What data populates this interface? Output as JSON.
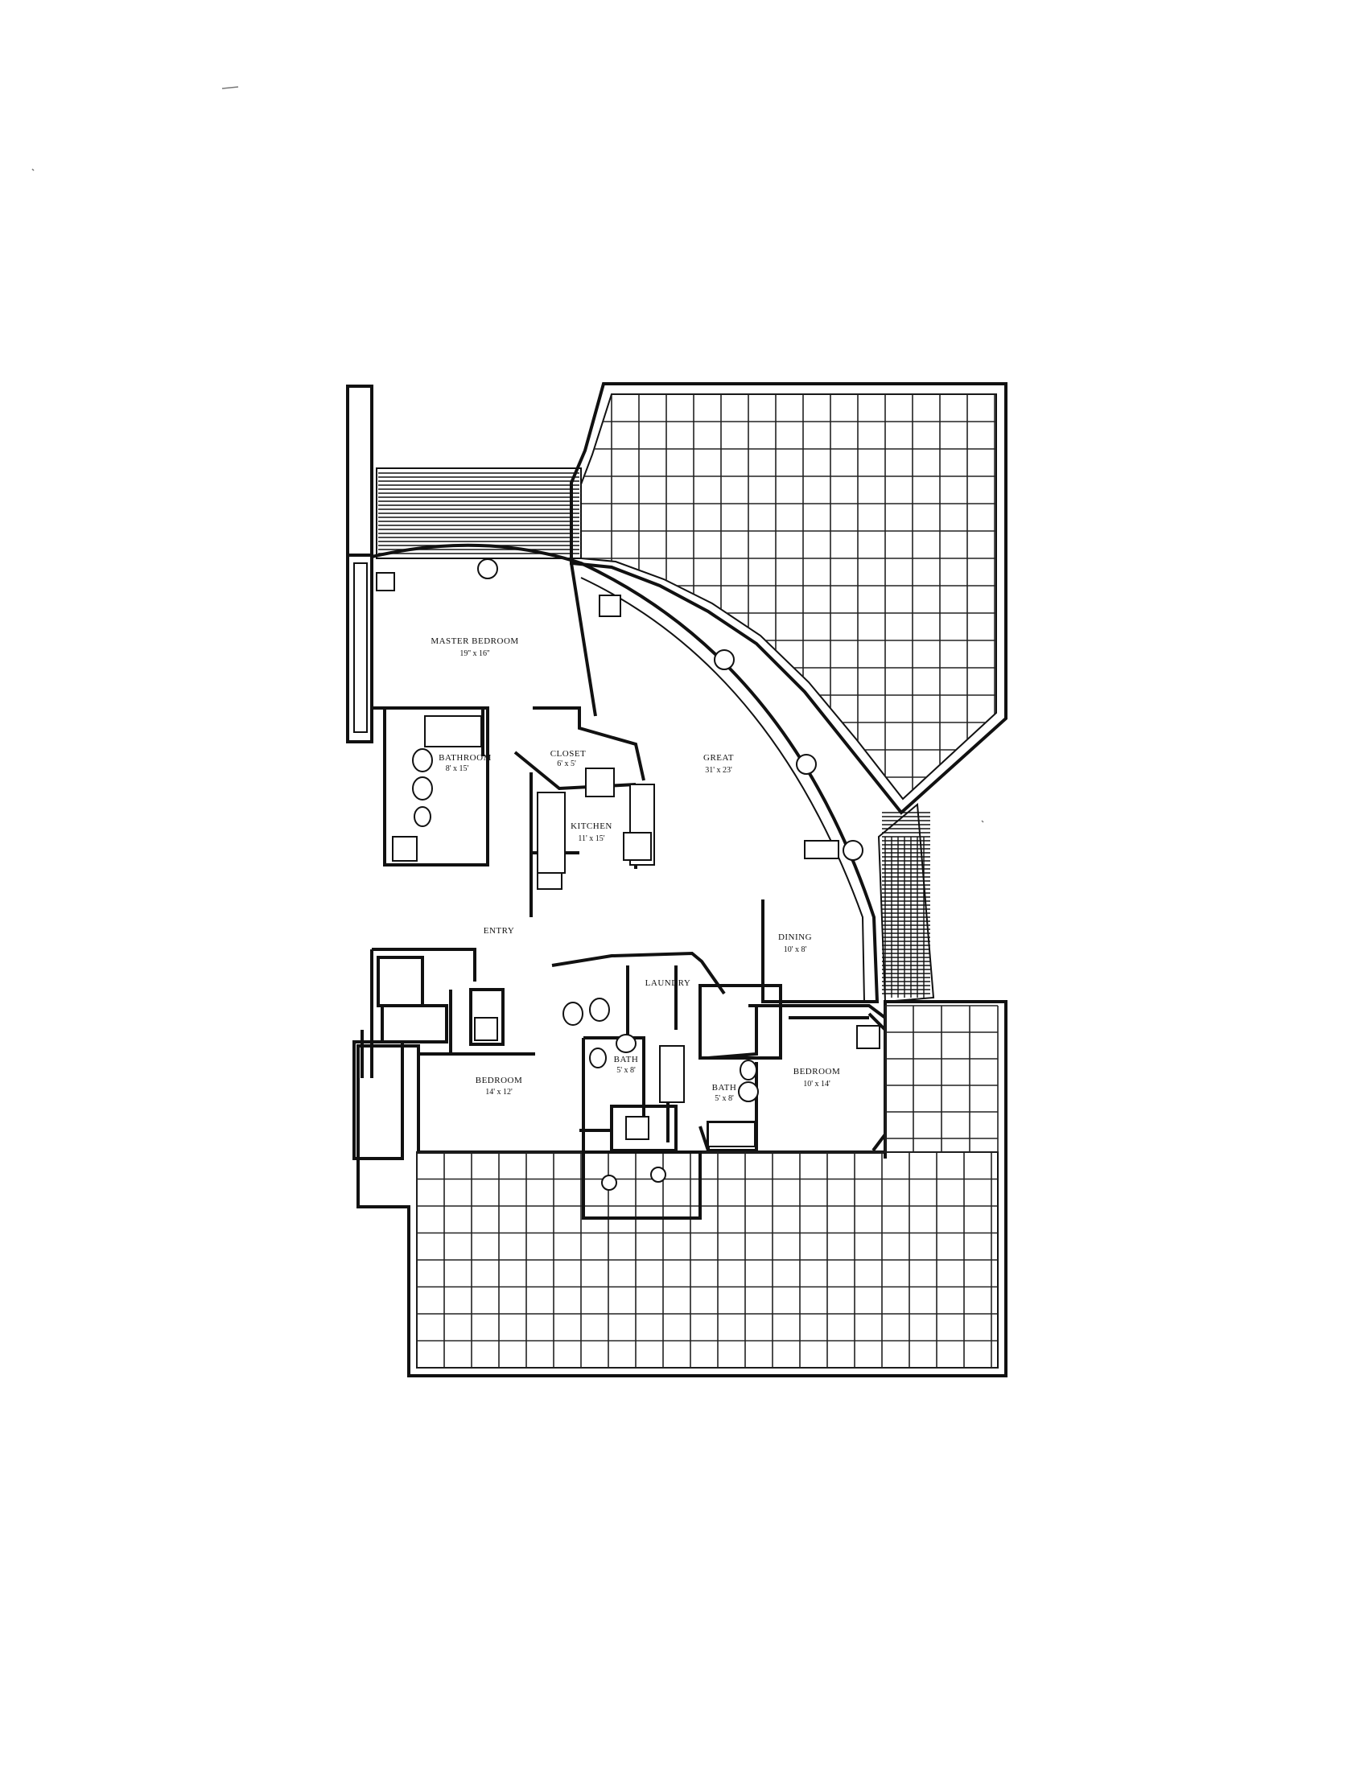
{
  "rooms": {
    "master_bedroom": {
      "label": "MASTER BEDROOM",
      "dim": "19'' x 16''"
    },
    "bathroom": {
      "label": "BATHROOM",
      "dim": "8' x 15'"
    },
    "closet": {
      "label": "CLOSET",
      "dim": "6' x 5'"
    },
    "great": {
      "label": "GREAT",
      "dim": "31' x 23'"
    },
    "kitchen": {
      "label": "KITCHEN",
      "dim": "11' x 15'"
    },
    "entry": {
      "label": "ENTRY",
      "dim": ""
    },
    "dining": {
      "label": "DINING",
      "dim": "10' x 8'"
    },
    "laundry": {
      "label": "LAUNDRY",
      "dim": ""
    },
    "bedroom_left": {
      "label": "BEDROOM",
      "dim": "14' x 12'"
    },
    "bath_small": {
      "label": "BATH",
      "dim": "5' x 8'"
    },
    "bath_right": {
      "label": "BATH",
      "dim": "5' x 8'"
    },
    "bedroom_right": {
      "label": "BEDROOM",
      "dim": "10' x 14'"
    }
  },
  "colors": {
    "line": "#111111",
    "paper": "#ffffff"
  }
}
